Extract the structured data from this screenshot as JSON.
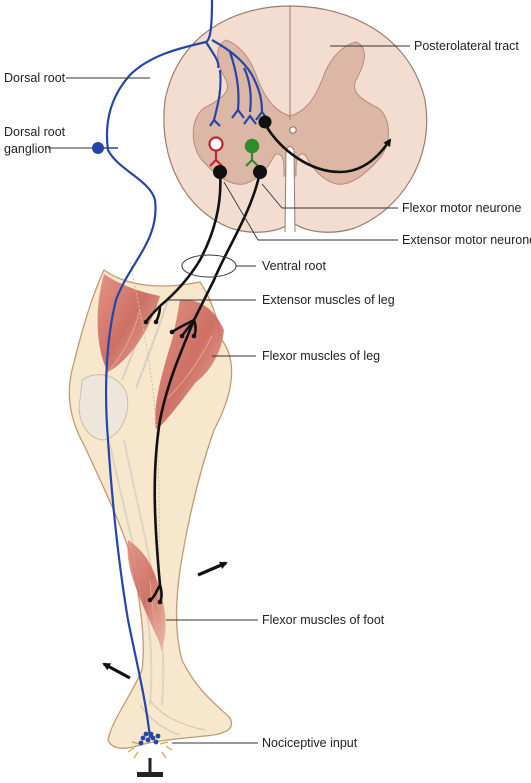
{
  "labels": {
    "posterolateral_tract": "Posterolateral tract",
    "dorsal_root": "Dorsal root",
    "dorsal_root_ganglion_line1": "Dorsal root",
    "dorsal_root_ganglion_line2": "ganglion",
    "flexor_motor_neurone": "Flexor motor neurone",
    "extensor_motor_neurone": "Extensor motor neurone",
    "ventral_root": "Ventral root",
    "extensor_muscles_of_leg": "Extensor muscles of leg",
    "flexor_muscles_of_leg": "Flexor muscles of leg",
    "flexor_muscles_of_foot": "Flexor muscles of foot",
    "nociceptive_input": "Nociceptive input"
  },
  "colors": {
    "spinal_white_matter": "#f2ddd0",
    "spinal_grey_matter": "#ddb7a6",
    "spinal_outline": "#9c7c6e",
    "leg_skin": "#f7e7cd",
    "leg_outline": "#c49a72",
    "muscle": "#cd6f63",
    "sensory_fibre": "#2446a6",
    "motor_fibre": "#111111",
    "extensor_interneurone": "#c0272d",
    "flexor_interneurone": "#2e8b2e"
  }
}
